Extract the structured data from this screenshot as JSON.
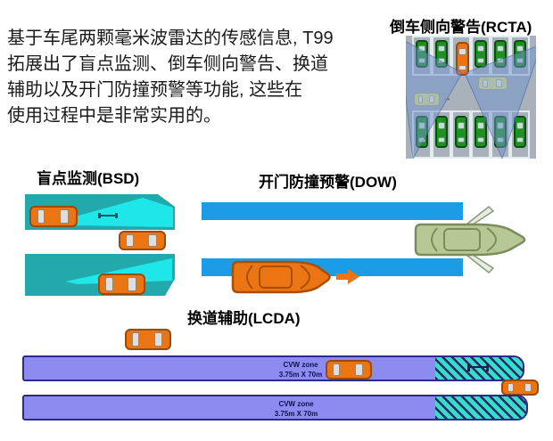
{
  "intro": {
    "lines": [
      "基于车尾两颗毫米波雷达的传感信息, T99",
      "拓展出了盲点监测、倒车侧向警告、换道",
      "辅助以及开门防撞预警等功能, 这些在",
      "使用过程中是非常实用的。"
    ]
  },
  "sections": {
    "rcta": {
      "title": "倒车侧向警告(RCTA)"
    },
    "bsd": {
      "title": "盲点监测(BSD)"
    },
    "dow": {
      "title": "开门防撞预警(DOW)"
    },
    "lcda": {
      "title": "换道辅助(LCDA)",
      "zone_label_line1": "CVW zone",
      "zone_label_line2": "3.75m X 70m"
    }
  },
  "colors": {
    "car_orange": "#ec7513",
    "car_green": "#1e9221",
    "car_yellow": "#e9e98c",
    "car_sage": "#b7c896",
    "lane_blue": "#1b9ce4",
    "band_teal": "#21a9ac",
    "zone_cyan": "#1ee6e9",
    "band_purple": "#8c8cf0",
    "hatch_teal": "#38dcc9",
    "lot_gray": "#a9b2ba",
    "cone_blue": "rgba(110,145,205,0.5)"
  }
}
